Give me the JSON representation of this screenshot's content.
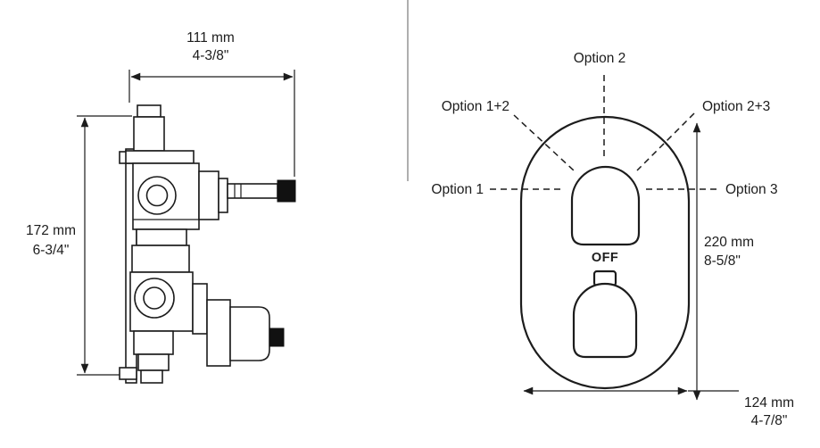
{
  "valve_view": {
    "width_dim": {
      "metric": "111 mm",
      "imperial": "4-3/8\""
    },
    "height_dim": {
      "metric": "172 mm",
      "imperial": "6-3/4\""
    }
  },
  "trim_view": {
    "labels": {
      "option_2": "Option 2",
      "option_1_2": "Option 1+2",
      "option_2_3": "Option 2+3",
      "option_1": "Option 1",
      "option_3": "Option 3",
      "off": "OFF"
    },
    "height_dim": {
      "metric": "220 mm",
      "imperial": "8-5/8\""
    },
    "width_dim": {
      "metric": "124 mm",
      "imperial": "4-7/8\""
    }
  },
  "colors": {
    "line": "#1c1c1c",
    "solid_fill": "#111111",
    "background": "#ffffff"
  }
}
